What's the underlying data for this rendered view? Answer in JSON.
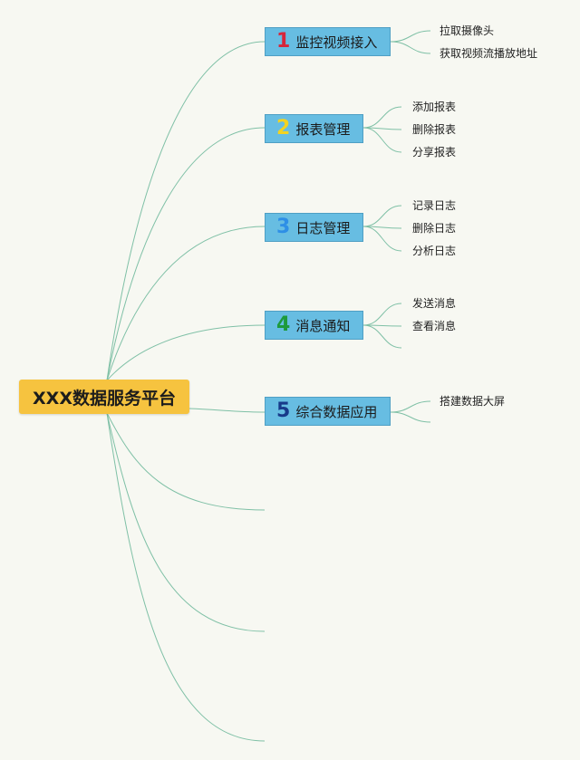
{
  "root": {
    "label": "XXX数据服务平台"
  },
  "branches": [
    {
      "num": "1",
      "num_color": "#d6263b",
      "label": "监控视频接入",
      "leaves": [
        "拉取摄像头",
        "获取视频流播放地址"
      ]
    },
    {
      "num": "2",
      "num_color": "#f3d321",
      "label": "报表管理",
      "leaves": [
        "添加报表",
        "删除报表",
        "分享报表"
      ]
    },
    {
      "num": "3",
      "num_color": "#2e8fe6",
      "label": "日志管理",
      "leaves": [
        "记录日志",
        "删除日志",
        "分析日志"
      ]
    },
    {
      "num": "4",
      "num_color": "#1e9a3c",
      "label": "消息通知",
      "leaves": [
        "发送消息",
        "查看消息"
      ]
    },
    {
      "num": "5",
      "num_color": "#173a8a",
      "label": "综合数据应用",
      "leaves": [
        "搭建数据大屏"
      ]
    }
  ],
  "colors": {
    "link": "#7fc0a6",
    "root_bg": "#f6c33f",
    "branch_bg": "#67bde2"
  }
}
